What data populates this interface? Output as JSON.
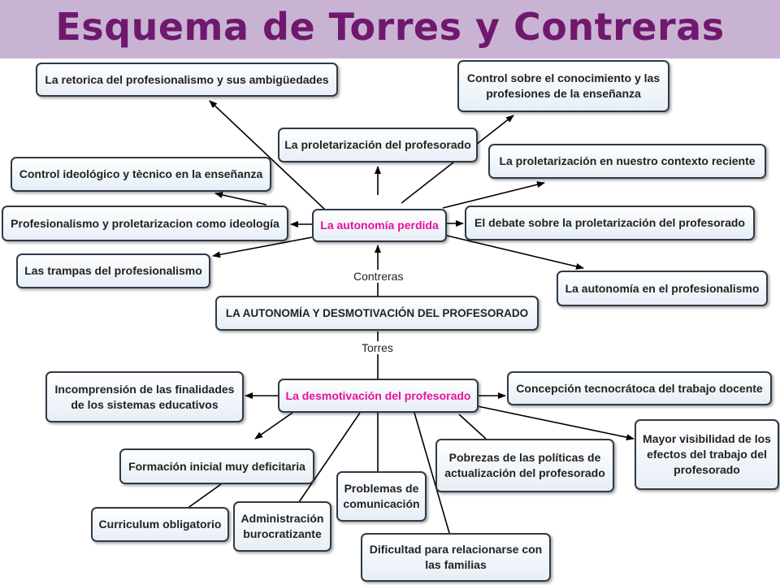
{
  "title": "Esquema de Torres y Contreras",
  "colors": {
    "title_bar": "#c9b3d3",
    "title_text": "#70186e",
    "hub_text": "#e8129b",
    "node_border": "#2f3a46"
  },
  "center": "LA AUTONOMÍA Y DESMOTIVACIÓN DEL PROFESORADO",
  "link_labels": {
    "contreras": "Contreras",
    "torres": "Torres"
  },
  "hubs": {
    "autonomia": "La autonomía perdida",
    "desmotivacion": "La desmotivación del profesorado"
  },
  "autonomia_nodes": [
    "La retorica del profesionalismo y sus ambigüedades",
    "Control sobre el conocimiento y las profesiones de la enseñanza",
    "La proletarización del profesorado",
    "La proletarización en nuestro contexto reciente",
    "Control ideológico y tècnico en la enseñanza",
    "Profesionalismo y proletarizacion como ideología",
    "El debate sobre la proletarización del profesorado",
    "Las trampas del profesionalismo",
    "La autonomía en el profesionalismo"
  ],
  "desmotivacion_nodes": [
    "Incomprensión de las finalidades de los sistemas educativos",
    "Concepción tecnocrátoca del trabajo docente",
    "Mayor visibilidad de los efectos del trabajo del profesorado",
    "Formación inicial muy deficitaria",
    "Pobrezas de las políticas de actualización del profesorado",
    "Problemas de comunicación",
    "Curriculum obligatorio",
    "Administración burocratizante",
    "Dificultad para relacionarse con las familias"
  ]
}
